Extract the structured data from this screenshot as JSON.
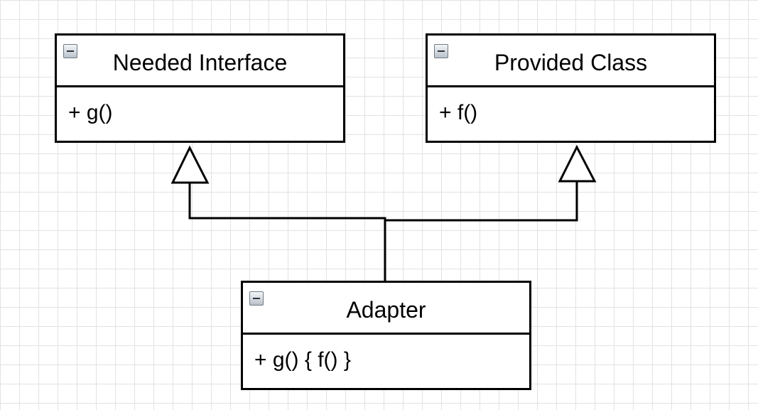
{
  "classes": {
    "needed_interface": {
      "title": "Needed Interface",
      "method": "+ g()"
    },
    "provided_class": {
      "title": "Provided Class",
      "method": "+ f()"
    },
    "adapter": {
      "title": "Adapter",
      "method": "+ g() { f() }"
    }
  },
  "connectors": [
    {
      "from": "adapter",
      "to": "needed_interface",
      "type": "generalization"
    },
    {
      "from": "adapter",
      "to": "provided_class",
      "type": "generalization"
    }
  ],
  "icons": {
    "collapse": "collapse-icon"
  },
  "colors": {
    "grid": "#e2e2e2",
    "stroke": "#000000",
    "background": "#ffffff"
  }
}
